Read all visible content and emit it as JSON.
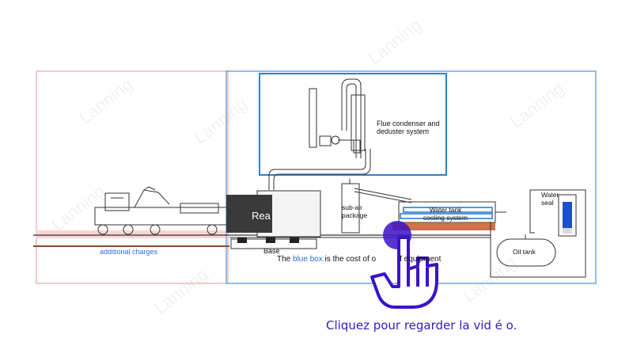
{
  "diagram": {
    "labels": {
      "flue_condenser": "Flue condenser and deduster system",
      "sub_air_package": "sub-air package",
      "water_tank_cooling": "Water tank cooling system",
      "water_seal": "Water seal",
      "oil_tank": "Oil tank",
      "reactor_fragment": "Rea",
      "base": "Base",
      "additional_charges": "additional charges"
    },
    "caption": {
      "prefix": "The ",
      "highlight": "blue box",
      "suffix": " is the cost of o",
      "tail": "f equipment"
    },
    "watermark_text": "Lanning"
  },
  "video_prompt": {
    "cta_text": "Cliquez pour regarder la vid é o."
  },
  "colors": {
    "blue_box": "#4a8fd6",
    "pink_box": "#f0b5b5",
    "hand_accent": "#3b12c8",
    "caption_highlight": "#2e6dd3",
    "additional_charges_text": "#2e6dd3"
  }
}
